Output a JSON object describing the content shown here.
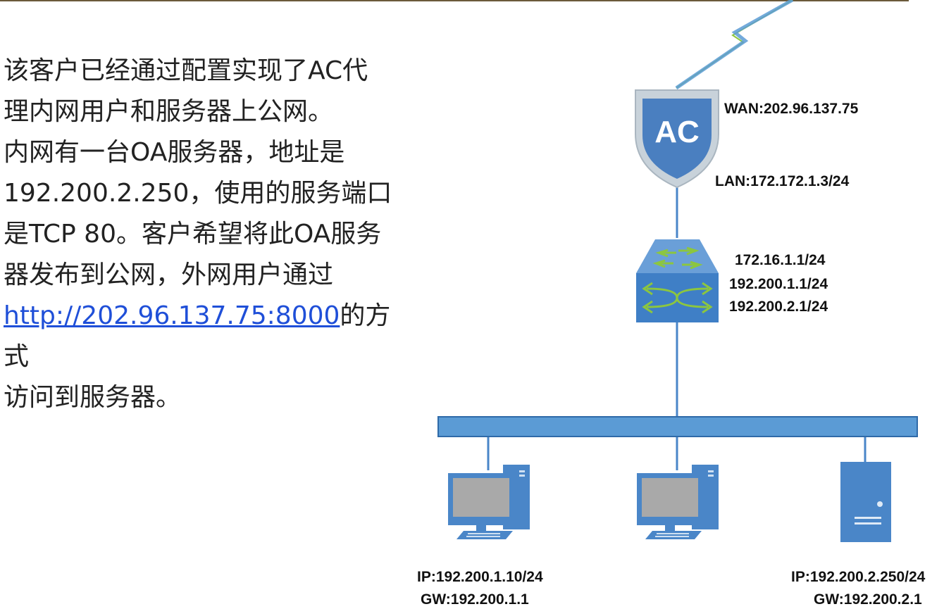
{
  "intro": {
    "lines": [
      "该客户已经通过配置实现了AC代",
      "理内网用户和服务器上公网。",
      "内网有一台OA服务器，地址是",
      "192.200.2.250，使用的服务端口",
      "是TCP 80。客户希望将此OA服务",
      "器发布到公网，外网用户通过"
    ],
    "link": "http://202.96.137.75:8000",
    "after_link": "的方式",
    "last_line": "访问到服务器。"
  },
  "ac": {
    "icon_text": "AC",
    "wan": "WAN:202.96.137.75",
    "lan": "LAN:172.172.1.3/24"
  },
  "switch": {
    "ip1": "172.16.1.1/24",
    "ip2": "192.200.1.1/24",
    "ip3": "192.200.2.1/24"
  },
  "pc1": {
    "ip": "IP:192.200.1.10/24",
    "gw": "GW:192.200.1.1"
  },
  "server": {
    "ip": "IP:192.200.2.250/24",
    "gw": "GW:192.200.2.1"
  },
  "colors": {
    "device_blue": "#4a86c8",
    "bus_blue": "#5b9bd5",
    "arrow_green": "#8cc63f",
    "link_blue": "#1f4fd8"
  }
}
